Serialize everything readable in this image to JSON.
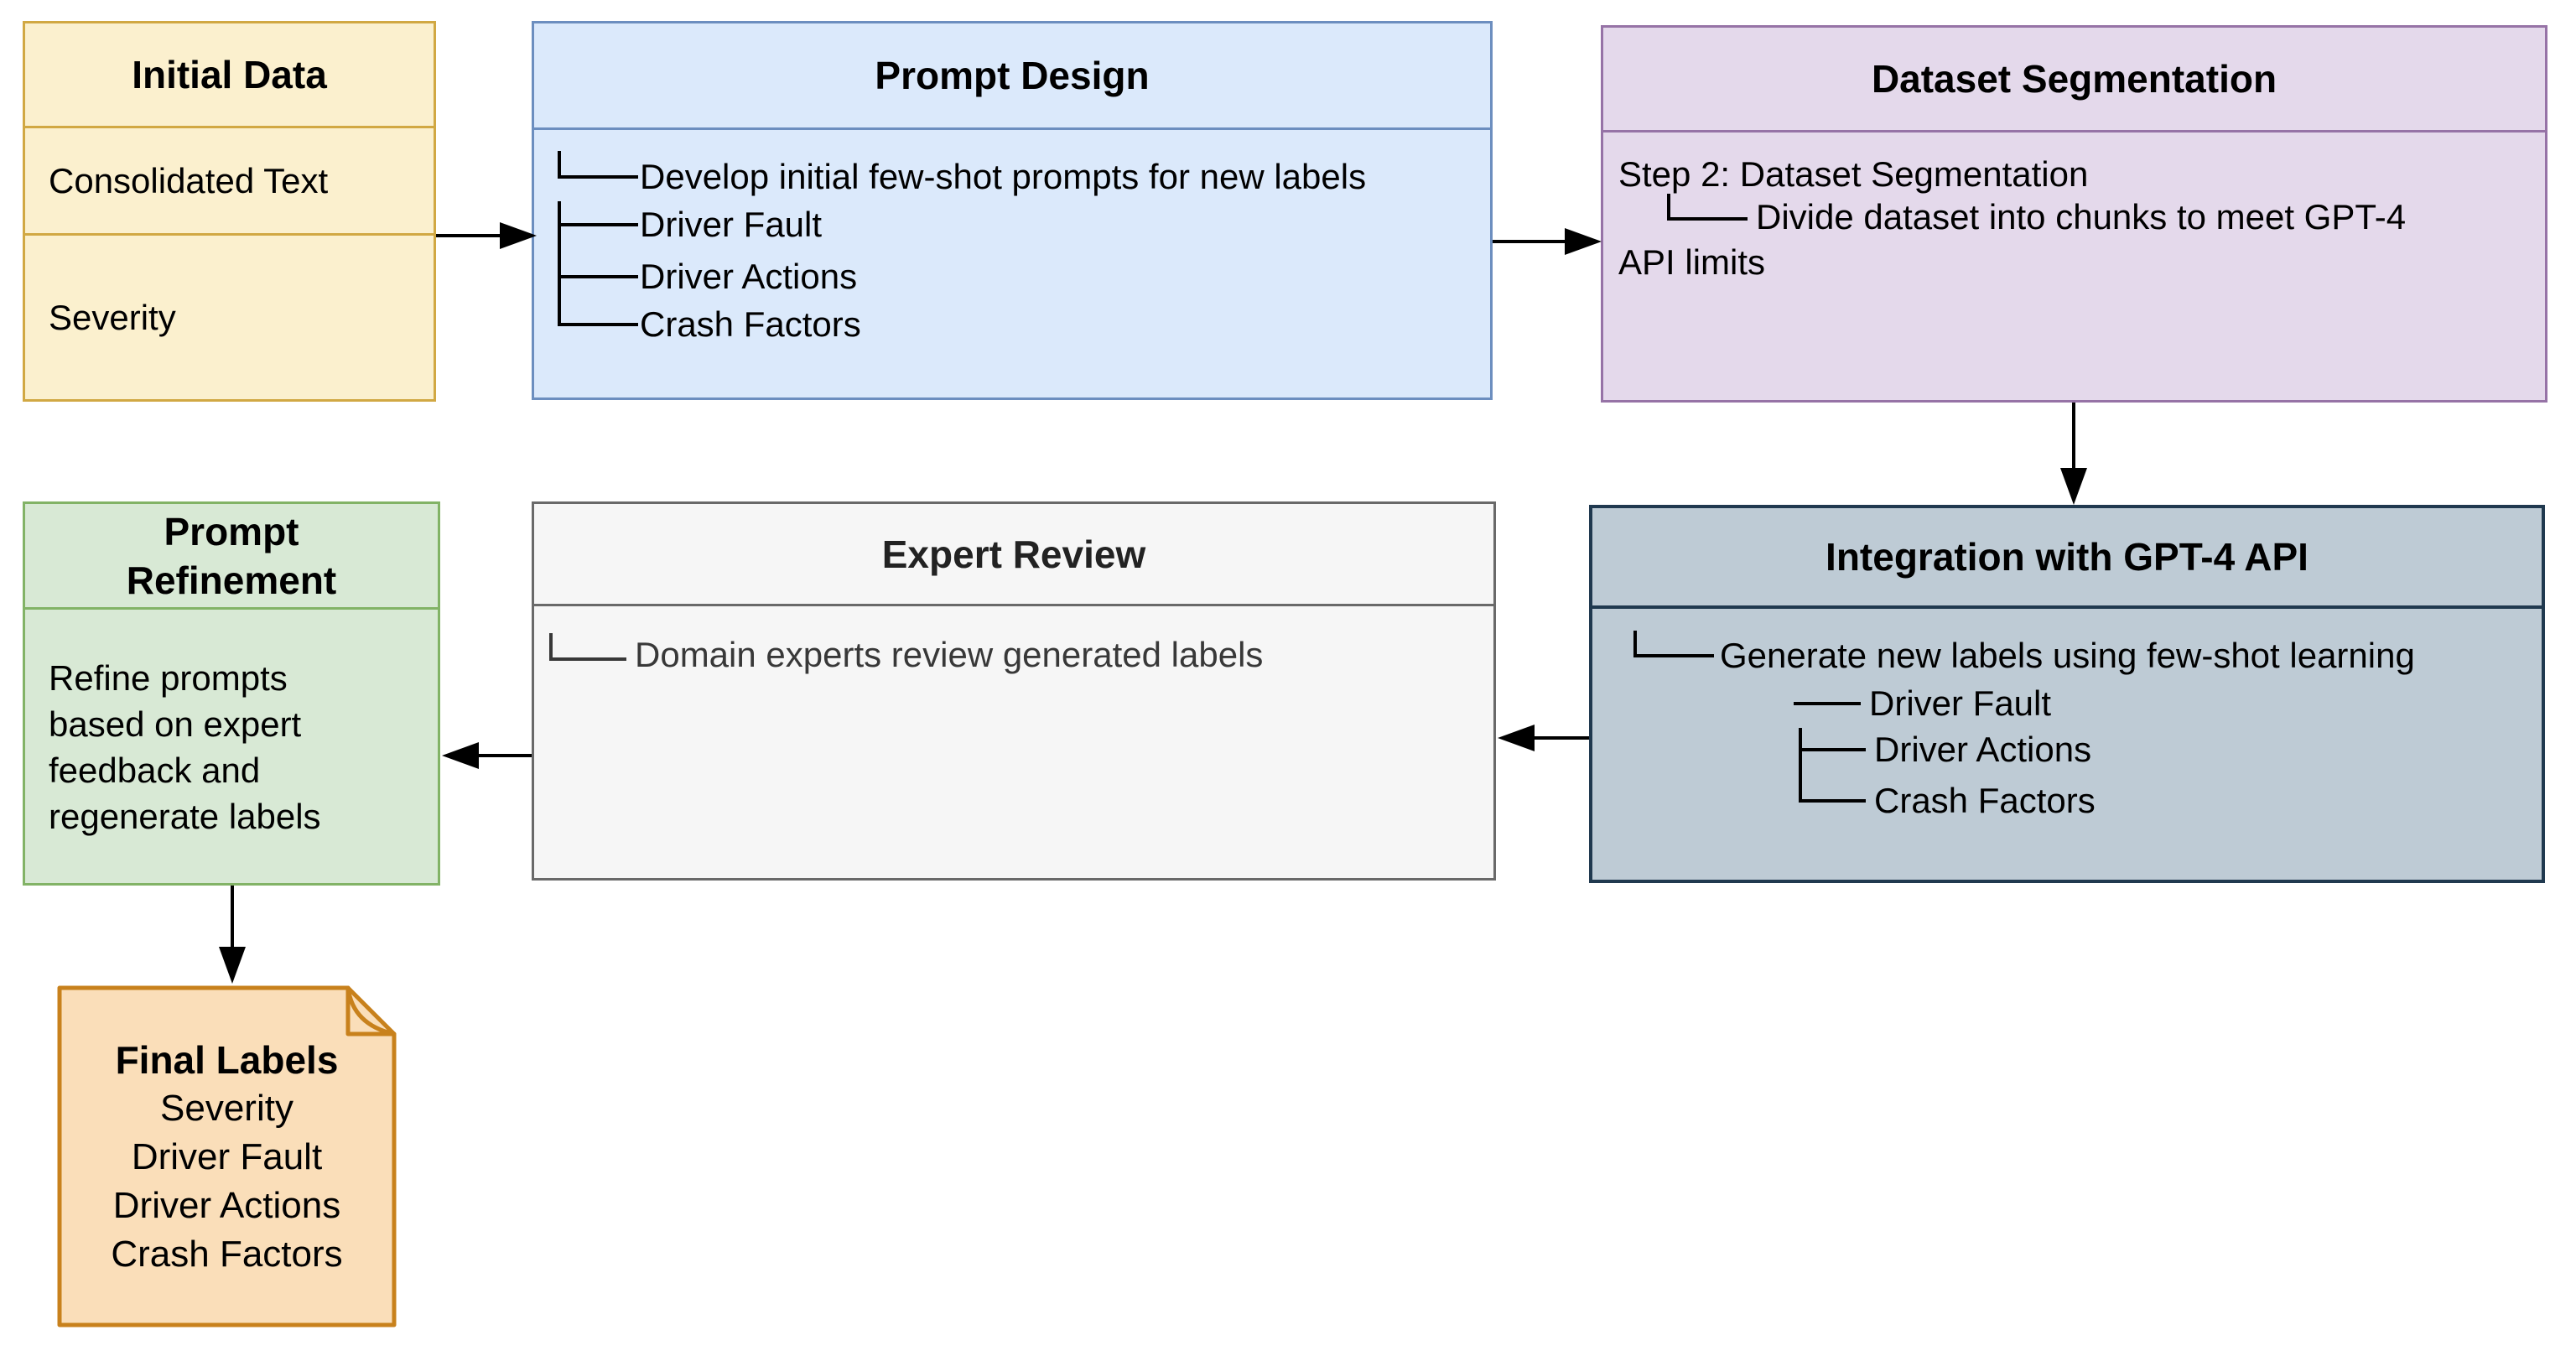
{
  "diagram": {
    "initial_data": {
      "title": "Initial Data",
      "rows": [
        "Consolidated Text",
        "Severity"
      ],
      "fill": "#FBF0CE",
      "stroke": "#D1A843"
    },
    "prompt_design": {
      "title": "Prompt Design",
      "items": [
        {
          "text": "Develop initial few-shot prompts for new labels"
        },
        {
          "text": "Driver Fault"
        },
        {
          "text": "Driver Actions"
        },
        {
          "text": "Crash Factors"
        }
      ],
      "fill": "#DBE9FB",
      "stroke": "#6C8EBF"
    },
    "dataset_segmentation": {
      "title": "Dataset Segmentation",
      "line1": "Step 2: Dataset Segmentation",
      "branch_text": "Divide dataset into chunks to meet GPT-4",
      "line3": "API limits",
      "fill": "#E4D9EB",
      "stroke": "#9673A6"
    },
    "integration": {
      "title": "Integration with GPT-4 API",
      "items": [
        {
          "text": "Generate new labels using few-shot learning"
        },
        {
          "text": "Driver Fault"
        },
        {
          "text": "Driver Actions"
        },
        {
          "text": "Crash Factors"
        }
      ],
      "fill": "#BECBD5",
      "stroke": "#20394F"
    },
    "expert_review": {
      "title": "Expert Review",
      "item": "Domain experts review generated labels",
      "fill": "#F6F6F6",
      "stroke": "#696969",
      "text_color": "#383838"
    },
    "prompt_refinement": {
      "title": "Prompt\nRefinement",
      "body": "Refine prompts\nbased on expert\nfeedback and\nregenerate labels",
      "fill": "#D8E9D5",
      "stroke": "#82B366"
    },
    "final_labels": {
      "title": "Final Labels",
      "items": [
        "Severity",
        "Driver Fault",
        "Driver Actions",
        "Crash Factors"
      ],
      "fill": "#FADEB9",
      "stroke": "#C8811C"
    },
    "arrow_color": "#000000"
  }
}
